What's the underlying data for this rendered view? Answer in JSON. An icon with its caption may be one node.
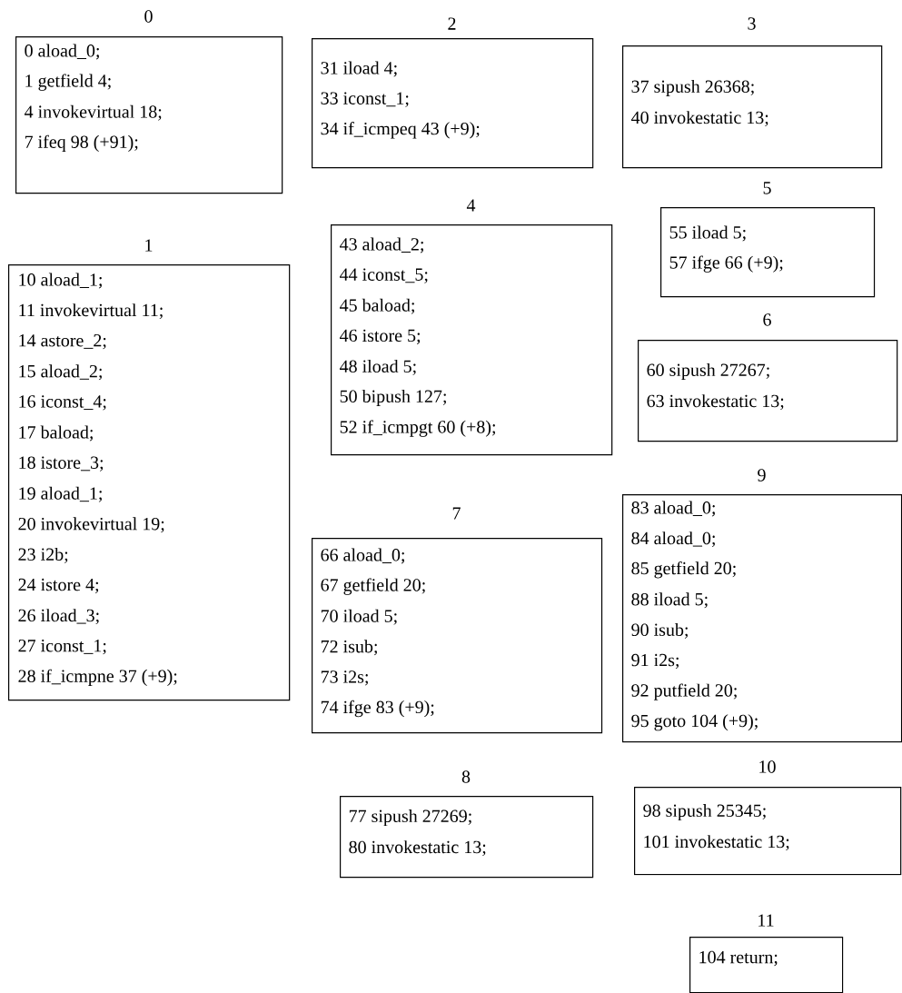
{
  "diagram": {
    "nodes": [
      {
        "text": [
          "0",
          "0 aload_0;",
          "1 getfield 4;",
          "4 invokevirtual 18;",
          "7 ifeq 98 (+91);"
        ]
      },
      {
        "text": [
          "1",
          "10 aload_1;",
          "11 invokevirtual 11;",
          "14 astore_2;",
          "15 aload_2;",
          "16 iconst_4;",
          "17 baload;",
          "18 istore_3;",
          "19 aload_1;",
          "20 invokevirtual 19;",
          "23 i2b;",
          "24 istore 4;",
          "26 iload_3;",
          "27 iconst_1;",
          "28 if_icmpne 37 (+9);"
        ]
      },
      {
        "text": [
          "2",
          "31 iload 4;",
          "33 iconst_1;",
          "34 if_icmpeq 43 (+9);"
        ]
      },
      {
        "text": [
          "3",
          "37 sipush 26368;",
          "40 invokestatic 13;"
        ]
      },
      {
        "text": [
          "4",
          "43 aload_2;",
          "44 iconst_5;",
          "45 baload;",
          "46 istore 5;",
          "48 iload 5;",
          "50 bipush 127;",
          "52 if_icmpgt 60 (+8);"
        ]
      },
      {
        "text": [
          "5",
          "55 iload 5;",
          "57 ifge 66 (+9);"
        ]
      },
      {
        "text": [
          "6",
          "60 sipush 27267;",
          "63 invokestatic 13;"
        ]
      },
      {
        "text": [
          "7",
          "66 aload_0;",
          "67 getfield 20;",
          "70 iload 5;",
          "72 isub;",
          "73 i2s;",
          "74 ifge 83 (+9);"
        ]
      },
      {
        "text": [
          "8",
          "77 sipush 27269;",
          "80 invokestatic 13;"
        ]
      },
      {
        "text": [
          "9",
          "83 aload_0;",
          "84 aload_0;",
          "85 getfield 20;",
          "88 iload 5;",
          "90 isub;",
          "91 i2s;",
          "92 putfield 20;",
          "95 goto 104 (+9);"
        ]
      },
      {
        "text": [
          "10",
          "98 sipush 25345;",
          "101 invokestatic 13;"
        ]
      },
      {
        "text": [
          "11",
          "104 return;"
        ]
      }
    ]
  }
}
